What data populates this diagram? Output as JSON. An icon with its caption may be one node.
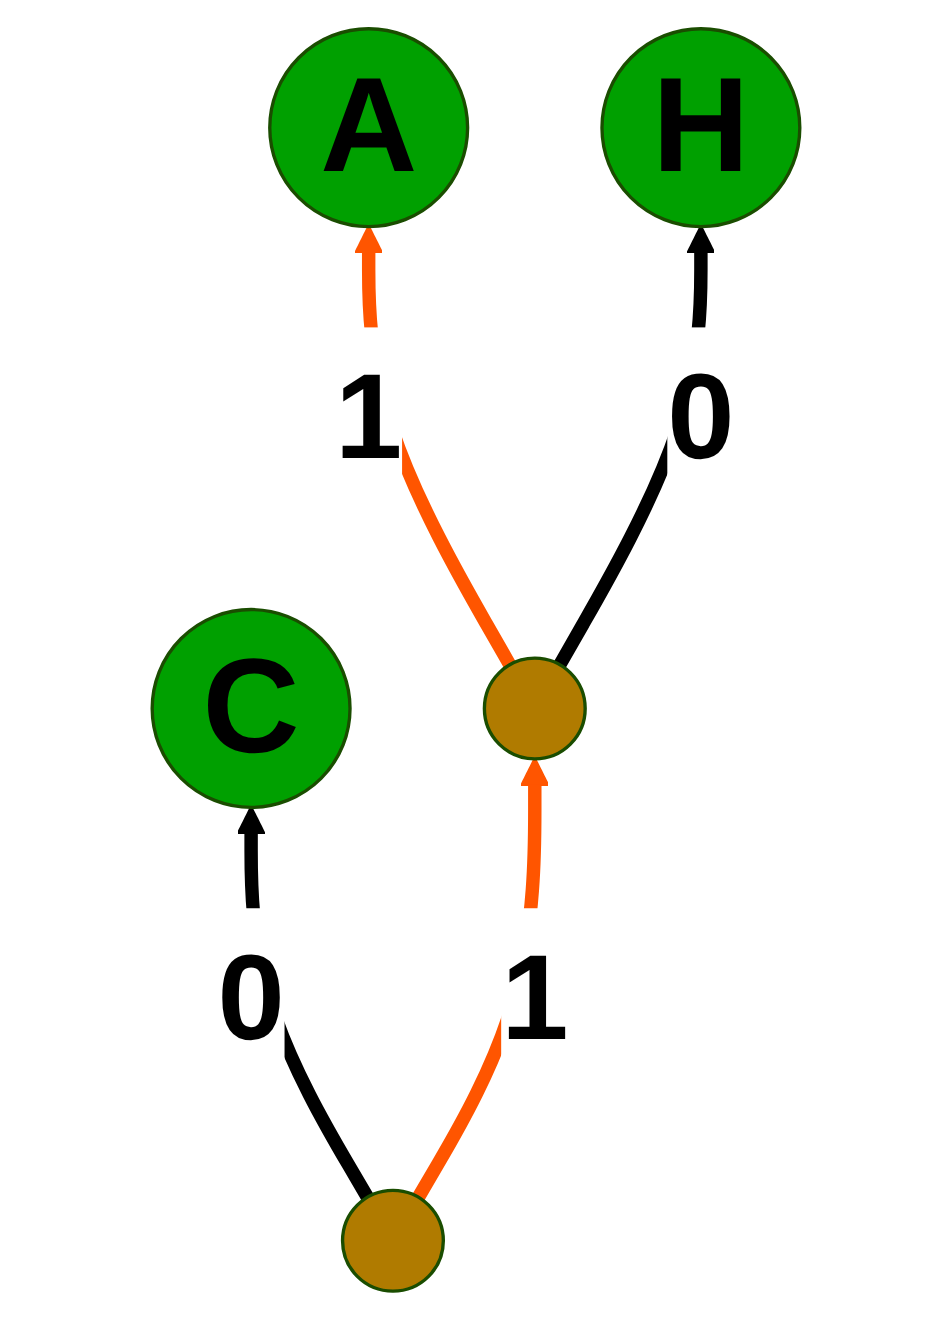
{
  "diagram": {
    "nodes": [
      {
        "text": [
          "A"
        ]
      },
      {
        "text": [
          "H"
        ]
      },
      {
        "text": [
          "C"
        ]
      },
      {
        "text": [],
        "shape": "circle"
      },
      {
        "text": [],
        "shape": "circle"
      }
    ],
    "edges": [
      {
        "from": 3,
        "to": 0,
        "arrow": "to",
        "label": "1",
        "color": "#ff5500"
      },
      {
        "from": 3,
        "to": 1,
        "arrow": "to",
        "label": "0",
        "color": "#000000"
      },
      {
        "from": 4,
        "to": 3,
        "arrow": "to",
        "label": "1",
        "color": "#ff5500"
      },
      {
        "from": 4,
        "to": 2,
        "arrow": "to",
        "label": "0",
        "color": "#000000"
      }
    ]
  }
}
